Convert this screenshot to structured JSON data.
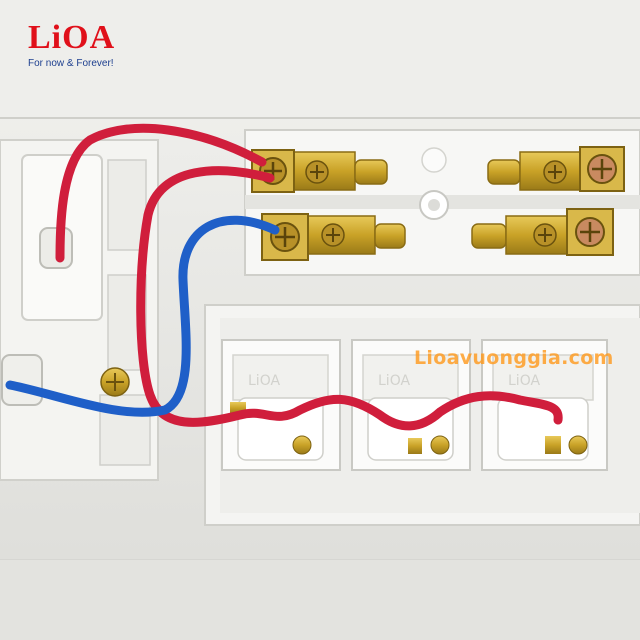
{
  "brand": {
    "name": "LiOA",
    "slogan": "For now & Forever!"
  },
  "watermark": "Lioavuonggia.com",
  "socket_embossing": [
    "LiOA",
    "LiOA",
    "LiOA"
  ],
  "colors": {
    "brand_red": "#e0101a",
    "slogan_blue": "#1d3f8f",
    "watermark_orange": "#ff9614",
    "wire_red": "#d01e3c",
    "wire_blue": "#1f5fc8",
    "brass": "#c9a227"
  }
}
